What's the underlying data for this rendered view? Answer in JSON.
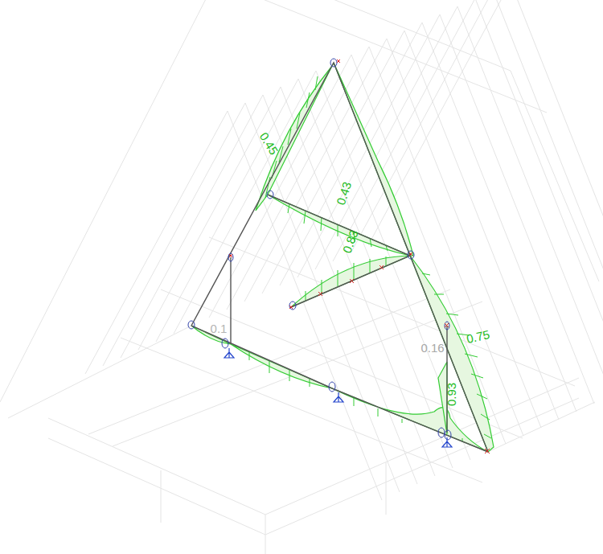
{
  "diagram": {
    "labels": [
      "0.45",
      "0.43",
      "0.83",
      "0.1",
      "0.16",
      "0.75",
      "0.93"
    ]
  }
}
